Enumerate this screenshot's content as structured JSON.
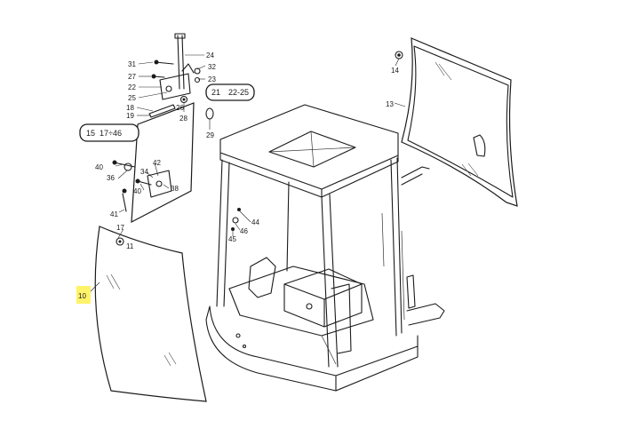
{
  "callouts": {
    "c10": "10",
    "c11": "11",
    "c13": "13",
    "c14": "14",
    "c17": "17",
    "c18": "18",
    "c19": "19",
    "c21": "21",
    "c22": "22",
    "c23": "23",
    "c24": "24",
    "c25": "25",
    "c26": "26",
    "c27": "27",
    "c28": "28",
    "c29": "29",
    "c31": "31",
    "c32": "32",
    "c34": "34",
    "c36": "36",
    "c38": "38",
    "c40a": "40",
    "c40b": "40",
    "c41": "41",
    "c42": "42",
    "c44": "44",
    "c45": "45",
    "c46": "46"
  },
  "boxes": {
    "group_15": {
      "a": "15",
      "b": "17÷46"
    },
    "group_21": {
      "a": "21",
      "b": "22-25"
    }
  },
  "colors": {
    "highlight": "#fff36a",
    "line": "#1a1a1a"
  }
}
